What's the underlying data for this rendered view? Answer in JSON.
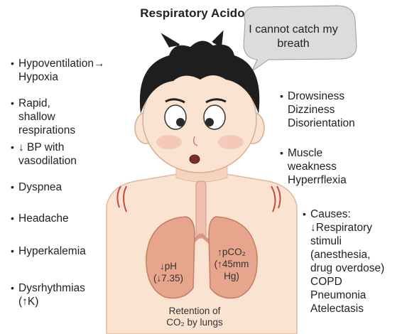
{
  "title": "Respiratory Acidosis",
  "speech_bubble": "I cannot catch my breath",
  "left_bullets": [
    {
      "lines": [
        "Hypoventilation→",
        "Hypoxia"
      ]
    },
    {
      "lines": [
        "Rapid,",
        "shallow",
        "respirations"
      ]
    },
    {
      "lines": [
        "↓ BP with",
        "vasodilation"
      ]
    },
    {
      "lines": [
        "Dyspnea"
      ]
    },
    {
      "lines": [
        "Headache"
      ]
    },
    {
      "lines": [
        "Hyperkalemia"
      ]
    },
    {
      "lines": [
        "Dysrhythmias",
        "(↑K)"
      ]
    }
  ],
  "right_bullets": [
    {
      "lines": [
        "Drowsiness",
        "Dizziness",
        "Disorientation"
      ]
    },
    {
      "lines": [
        "Muscle",
        "weakness",
        "Hyperrflexia"
      ]
    },
    {
      "lines": [
        "Causes:",
        "↓Respiratory",
        "stimuli",
        "(anesthesia,",
        "drug overdose)",
        "COPD",
        "Pneumonia",
        "Atelectasis"
      ]
    }
  ],
  "lungs": {
    "left": [
      "↓pH",
      "(↓7.35)"
    ],
    "right": [
      "↑pCO₂",
      "(↑45mm",
      "Hg)"
    ]
  },
  "retention": [
    "Retention of",
    "CO₂ by lungs"
  ],
  "colors": {
    "skin": "#fbe3d2",
    "hair": "#1e1e1e",
    "lung": "#e7a58d",
    "bubble": "#dcdcdc"
  }
}
